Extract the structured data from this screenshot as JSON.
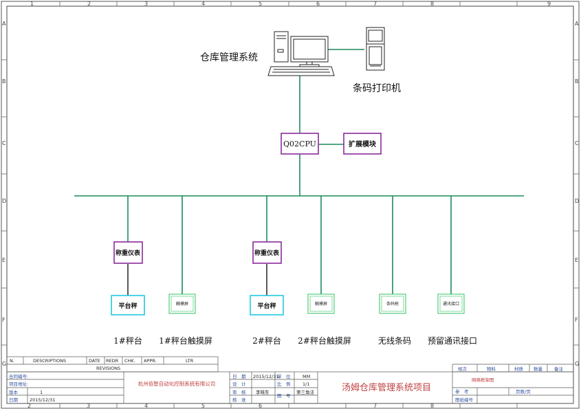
{
  "frame": {
    "columns": [
      "1",
      "2",
      "3",
      "4",
      "5",
      "6",
      "7",
      "8",
      "9"
    ],
    "rows": [
      "A",
      "B",
      "C",
      "D",
      "E",
      "F",
      "G"
    ],
    "bottom_columns": [
      "2",
      "3",
      "4",
      "5",
      "6",
      "7",
      "8"
    ]
  },
  "colors": {
    "bus": "#1a8a5a",
    "device_border_purple": "#8a2a9a",
    "device_border_cyan": "#20c8e0",
    "device_border_green": "#30c060"
  },
  "nodes": {
    "pc_label": "仓库管理系统",
    "printer_label": "条码打印机",
    "cpu": "Q02CPU",
    "ext": "扩展模块",
    "meter1": "称重仪表",
    "meter2": "称重仪表",
    "scale1": "平台秤",
    "scale2": "平台秤",
    "touch1_box": "触摸屏",
    "touch2_box": "触摸屏",
    "wireless_box": "条码枪",
    "reserve_box": "通讯接口"
  },
  "captions": {
    "c1": "1#秤台",
    "c2": "1#秤台触摸屏",
    "c3": "2#秤台",
    "c4": "2#秤台触摸屏",
    "c5": "无线条码",
    "c6": "预留通讯接口"
  },
  "revisions": {
    "no": "N.",
    "descriptions": "DESCRIPTIONS",
    "date": "DATE",
    "redr": "REDR",
    "chk": "CHK.",
    "appr": "APPR.",
    "ltr": "LTR",
    "footer": "REVISIONS"
  },
  "titleblock": {
    "contract_label": "合同编号:",
    "address_label": "项目地址:",
    "version_label": "版本",
    "version_value": "1",
    "date_label": "日期",
    "date_value": "2015/12/31",
    "company": "杭州佰智自动化控制系统有限公司",
    "r1_label": "日　期",
    "r1_value": "2015/12/31",
    "r1_unit_label": "单　位",
    "r1_unit_value": "MM",
    "r2_label": "设　计",
    "r2_scale_label": "比　例",
    "r2_scale_value": "1/1",
    "r3_label": "审　核",
    "r3_value": "李晓东",
    "r3_sheet_label": "图　号",
    "r3_sheet_value": "第三角法",
    "r4_label": "核　准",
    "project_title": "汤姆仓库管理系统项目",
    "hdr_a": "规次",
    "hdr_b": "物料",
    "hdr_c": "材质",
    "hdr_d": "数量",
    "hdr_e": "备注",
    "drawing_name": "网络框架图",
    "ref_label": "参　考",
    "pages": "页数/页",
    "drawing_no_label": "图纸编号"
  }
}
